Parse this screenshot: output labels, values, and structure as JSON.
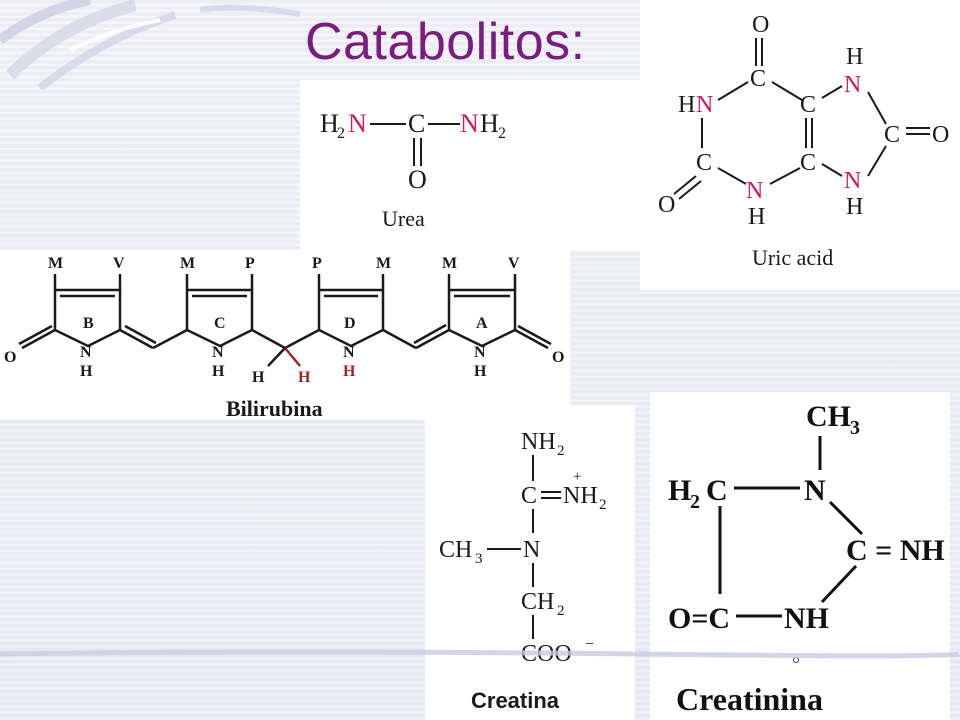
{
  "slide": {
    "title": "Catabolitos:"
  },
  "urea": {
    "label": "Urea",
    "atoms": {
      "left": "H",
      "left_sub": "2",
      "n1": "N",
      "c": "C",
      "n2": "N",
      "right": "H",
      "right_sub": "2",
      "o": "O"
    }
  },
  "uric_acid": {
    "label": "Uric acid",
    "atoms": {
      "o_top": "O",
      "c_top": "C",
      "hn": "H",
      "hn_n": "N",
      "c_mid_top": "C",
      "n_h_top": "H",
      "n_top": "N",
      "c_right": "C",
      "o_right": "O",
      "c_left": "C",
      "o_left": "O",
      "n_bottom": "N",
      "h_bottom": "H",
      "c_mid_bottom": "C",
      "n_bot_right": "N",
      "h_bot_right": "H"
    }
  },
  "bilirubin": {
    "label": "Bilirubina",
    "substituents": [
      "M",
      "V",
      "M",
      "P",
      "P",
      "M",
      "M",
      "V"
    ],
    "rings": [
      "B",
      "C",
      "D",
      "A"
    ],
    "n": "N",
    "h": "H",
    "o": "O",
    "colors": {
      "black": "#1a1a1a",
      "red": "#a4212a"
    }
  },
  "creatine": {
    "label": "Creatina",
    "atoms": {
      "nh2": "NH",
      "nh2_sub": "2",
      "c": "C",
      "nh2_plus": "NH",
      "nh2_plus_sub": "2",
      "plus": "+",
      "ch3": "CH",
      "ch3_sub": "3",
      "n": "N",
      "ch2": "CH",
      "ch2_sub": "2",
      "coo": "COO",
      "minus": "−"
    }
  },
  "creatinine": {
    "label": "Creatinina",
    "atoms": {
      "ch3": "CH",
      "ch3_sub": "3",
      "h2c_h": "H",
      "h2c_sub": "2",
      "h2c_c": "C",
      "n": "N",
      "c_nh": "C = NH",
      "o_c": "O=C",
      "nh": "NH"
    }
  },
  "colors": {
    "title": "#7a1d7e",
    "nitrogen_pink": "#d11768",
    "bond_red": "#a4212a"
  }
}
